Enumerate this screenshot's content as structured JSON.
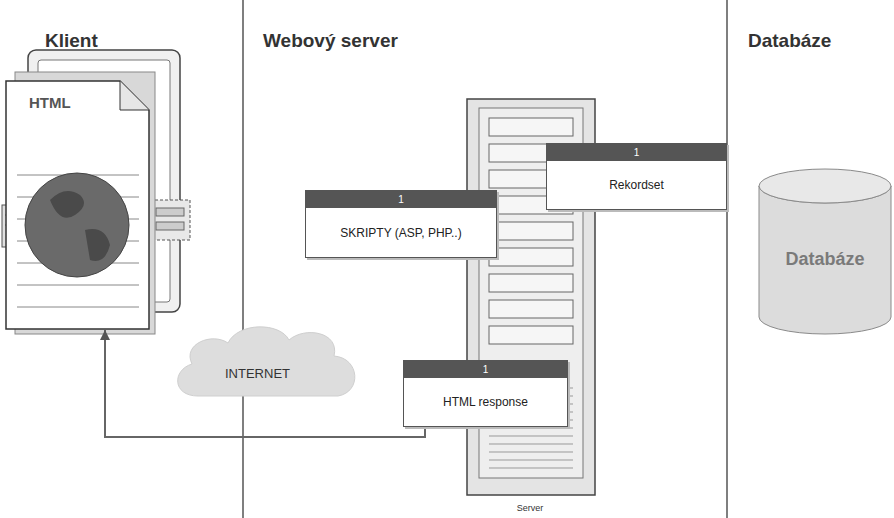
{
  "diagram": {
    "nodes": [
      {
        "text": [
          "HTML"
        ]
      },
      {
        "text": [
          "1",
          "Rekordset"
        ]
      },
      {
        "text": [
          "1",
          "SKRIPTY (ASP, PHP..)"
        ]
      },
      {
        "text": [
          "Databáze"
        ]
      },
      {
        "text": [
          "INTERNET"
        ]
      },
      {
        "text": [
          "1",
          "HTML response"
        ]
      },
      {
        "text": [
          "Server"
        ]
      }
    ],
    "edges": [
      {
        "from": 5,
        "to": 0,
        "arrow": "to"
      }
    ],
    "labels": [
      "Klient",
      "Webový server",
      "Databáze"
    ]
  }
}
